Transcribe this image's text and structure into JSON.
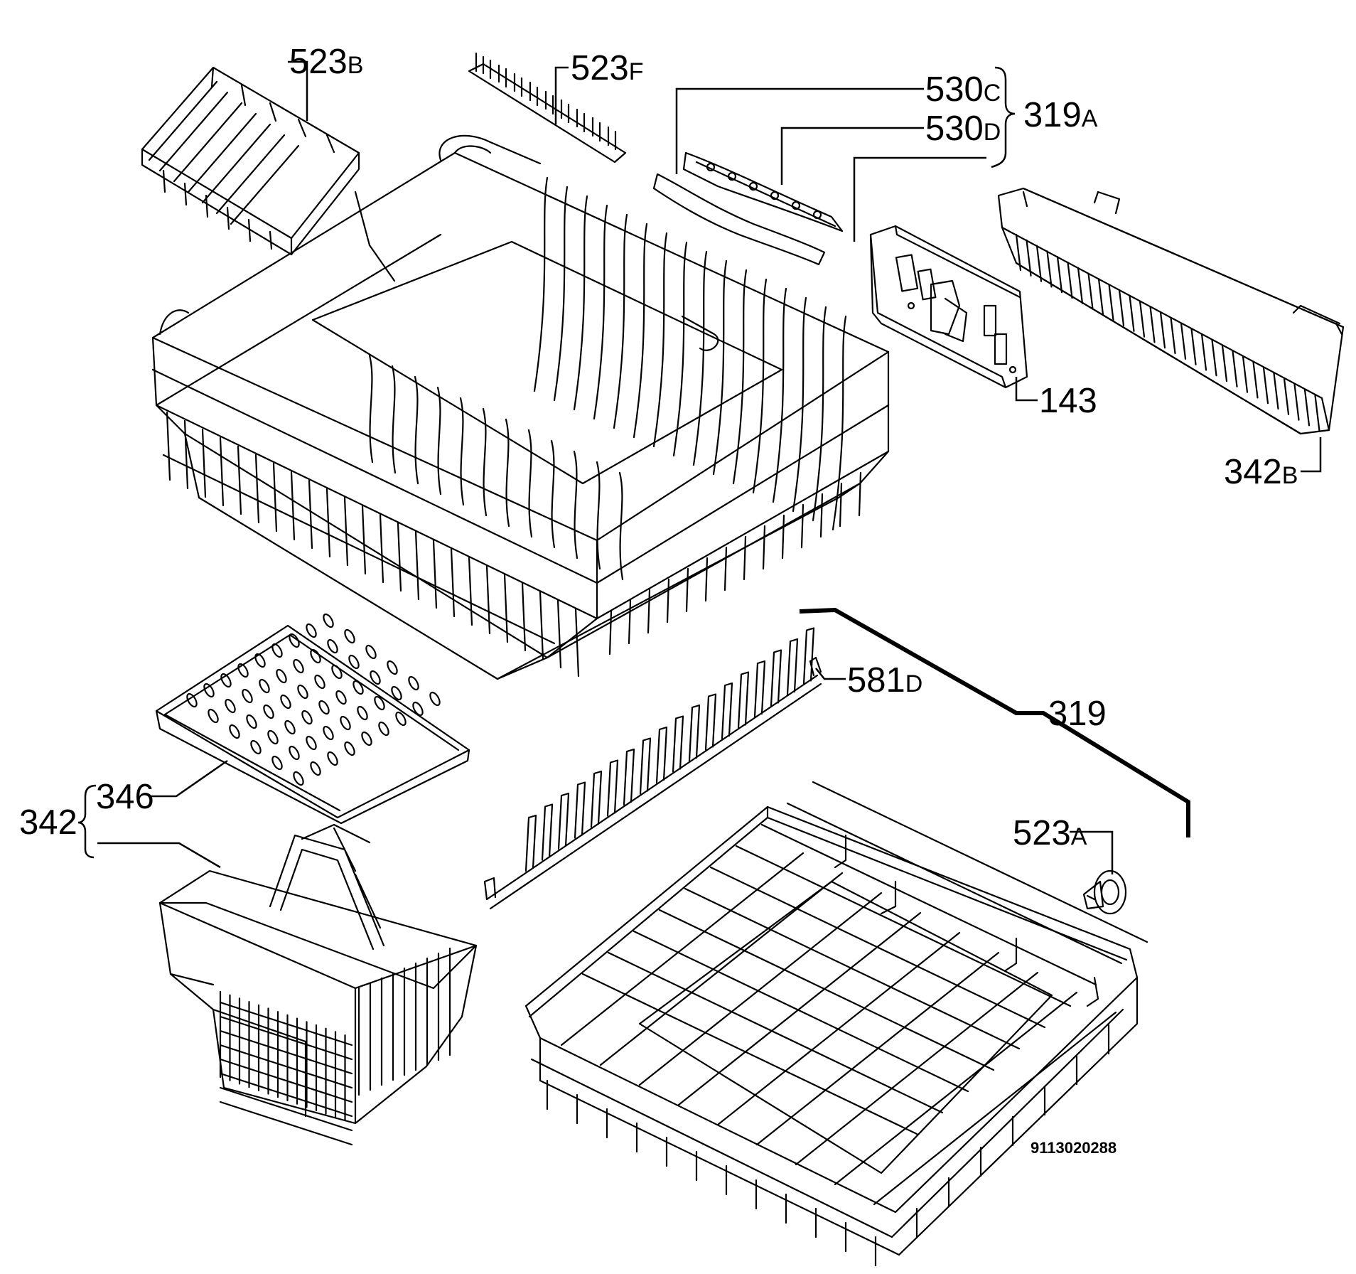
{
  "labels": {
    "l523b": {
      "num": "523",
      "suf": "B"
    },
    "l523f": {
      "num": "523",
      "suf": "F"
    },
    "l530c": {
      "num": "530",
      "suf": "C"
    },
    "l530d": {
      "num": "530",
      "suf": "D"
    },
    "l319a": {
      "num": "319",
      "suf": "A"
    },
    "l143": {
      "num": "143"
    },
    "l342b": {
      "num": "342",
      "suf": "B"
    },
    "l581d": {
      "num": "581",
      "suf": "D"
    },
    "l319": {
      "num": "319"
    },
    "l346": {
      "num": "346"
    },
    "l342": {
      "num": "342"
    },
    "l523a": {
      "num": "523",
      "suf": "A"
    }
  },
  "drawing_code": "9113020288"
}
